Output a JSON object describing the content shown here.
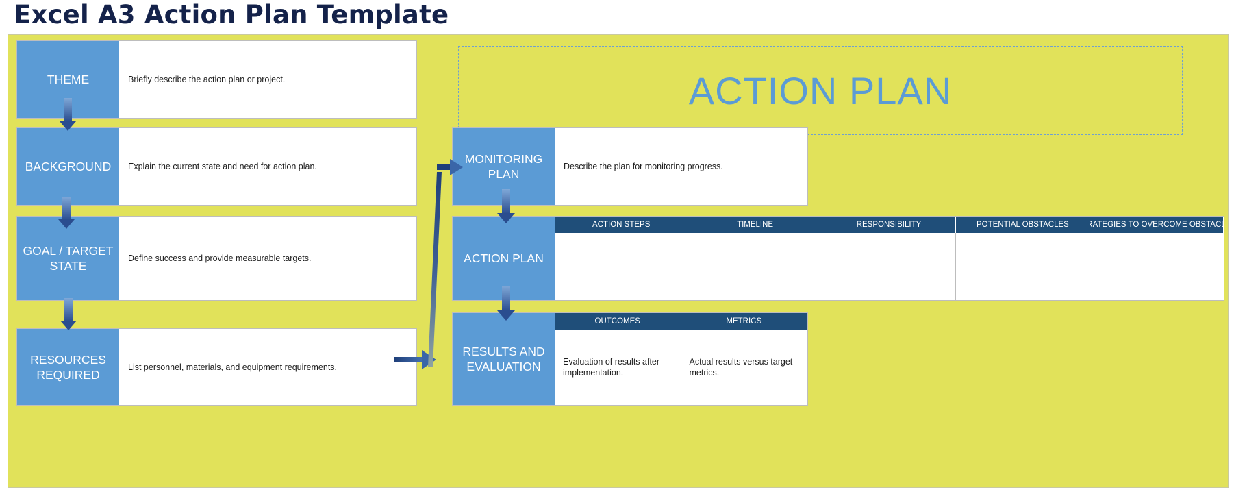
{
  "page": {
    "title": "Excel A3 Action Plan Template"
  },
  "colors": {
    "board_bg": "#e1e25a",
    "label_bg": "#5b9bd5",
    "header_bg": "#1f4e79",
    "title_text": "#14224a",
    "banner_text": "#5b9bd5",
    "arrow": "#2f5597"
  },
  "banner": {
    "title": "ACTION PLAN"
  },
  "left_sections": [
    {
      "label": "THEME",
      "description": "Briefly describe the action plan or project."
    },
    {
      "label": "BACKGROUND",
      "description": "Explain the current state and need for action plan."
    },
    {
      "label": "GOAL / TARGET STATE",
      "description": "Define success and provide measurable targets."
    },
    {
      "label": "RESOURCES REQUIRED",
      "description": "List personnel, materials, and equipment requirements."
    }
  ],
  "monitoring": {
    "label": "MONITORING PLAN",
    "description": "Describe the plan for monitoring progress."
  },
  "action_plan": {
    "label": "ACTION PLAN",
    "headers": [
      "ACTION STEPS",
      "TIMELINE",
      "RESPONSIBILITY",
      "POTENTIAL OBSTACLES",
      "STRATEGIES TO OVERCOME OBSTACLES"
    ],
    "cells": [
      "",
      "",
      "",
      "",
      ""
    ]
  },
  "results": {
    "label": "RESULTS AND EVALUATION",
    "headers": [
      "OUTCOMES",
      "METRICS"
    ],
    "cells": [
      "Evaluation of results after implementation.",
      "Actual results versus target metrics."
    ]
  }
}
